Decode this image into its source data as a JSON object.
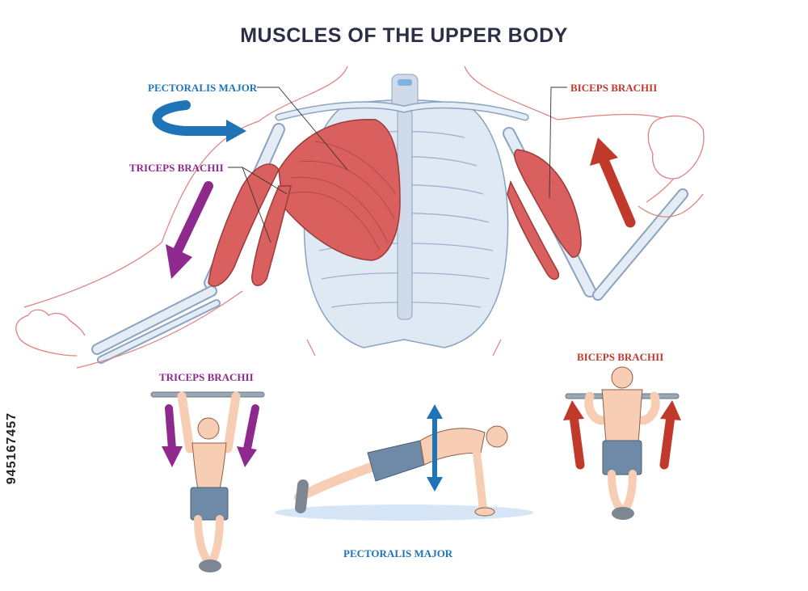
{
  "title": "MUSCLES OF THE UPPER BODY",
  "labels": {
    "pectoralis_top": "PECTORALIS MAJOR",
    "triceps_top": "TRICEPS BRACHII",
    "biceps_top": "BICEPS BRACHII",
    "triceps_bottom": "TRICEPS BRACHII",
    "biceps_bottom": "BICEPS BRACHII",
    "pectoralis_bottom": "PECTORALIS MAJOR"
  },
  "image_id": "945167457",
  "colors": {
    "pectoralis": "#1f73b7",
    "triceps": "#8e2a8d",
    "biceps": "#c0392b",
    "muscle": "#d9605e",
    "bone": "#dbe6f2",
    "skin": "#f7cdb3",
    "shorts": "#6e8aa6"
  }
}
